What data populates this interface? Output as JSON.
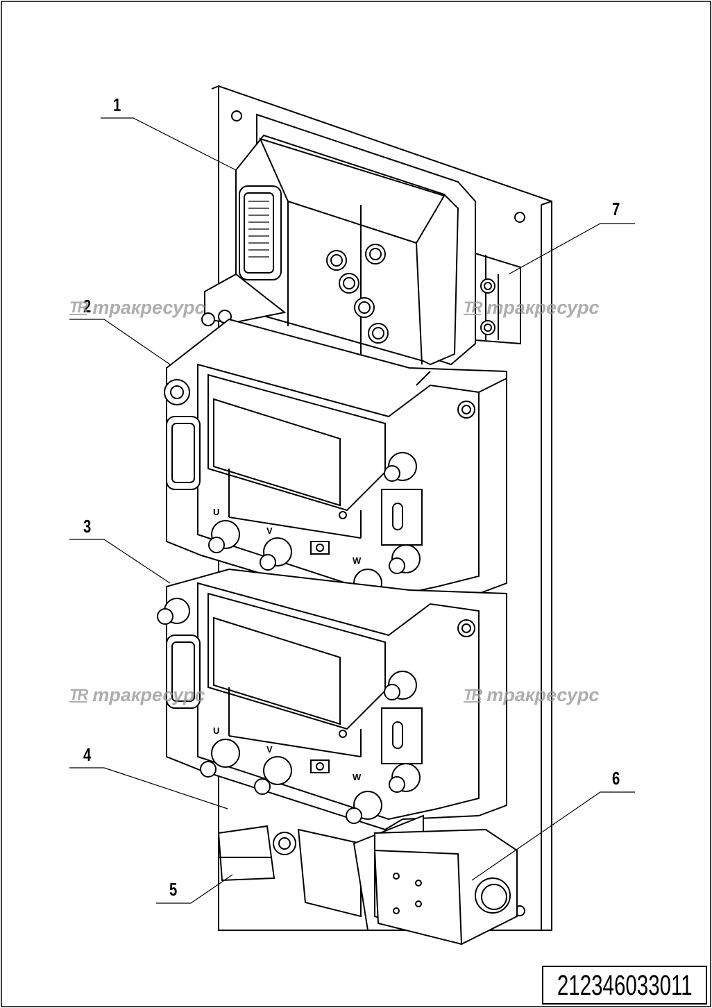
{
  "callouts": [
    "1",
    "2",
    "3",
    "4",
    "5",
    "6",
    "7"
  ],
  "watermark": {
    "logo": "TR",
    "text": "тракресурс"
  },
  "terminal_labels": {
    "upper_controller": [
      "U",
      "V",
      "W"
    ],
    "lower_controller": [
      "U",
      "V",
      "W"
    ]
  },
  "part_number": "212346033011"
}
